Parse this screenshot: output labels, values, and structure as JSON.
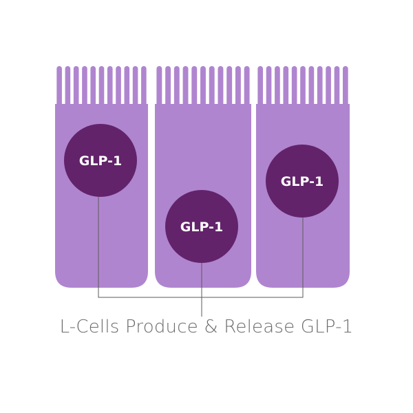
{
  "colors": {
    "cell_body": "#b085cf",
    "granule": "#62236a",
    "granule_text": "#ffffff",
    "connector": "#5a5a5a",
    "caption_text": "#6b6b6b",
    "background": "#ffffff"
  },
  "cells": [
    {
      "granule_label": "GLP-1"
    },
    {
      "granule_label": "GLP-1"
    },
    {
      "granule_label": "GLP-1"
    }
  ],
  "caption": "L-Cells Produce & Release GLP-1"
}
